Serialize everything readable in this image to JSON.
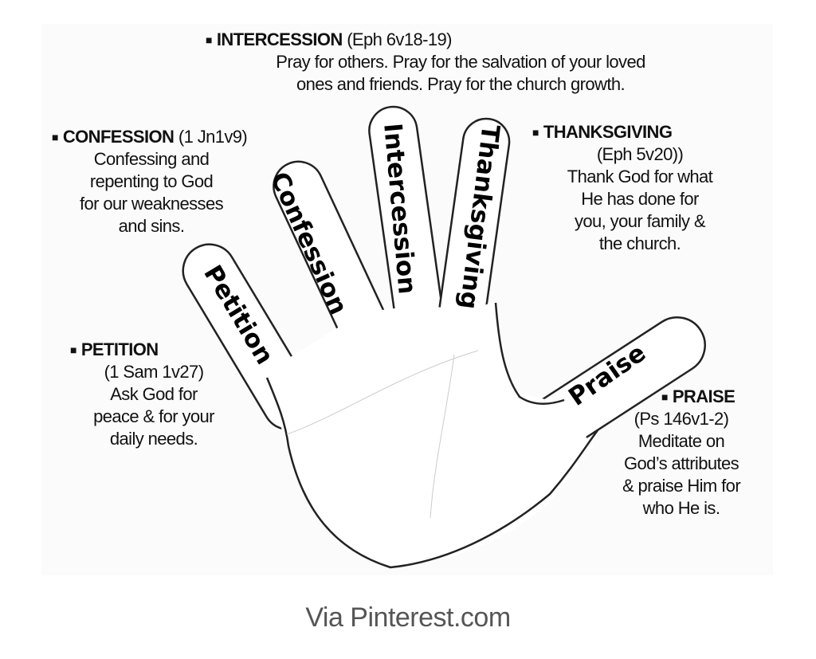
{
  "fingers": {
    "petition": "Petition",
    "confession": "Confession",
    "intercession": "Intercession",
    "thanksgiving": "Thanksgiving",
    "praise": "Praise"
  },
  "annotations": {
    "intercession": {
      "title": "INTERCESSION",
      "ref": "(Eph 6v18-19)",
      "lines": [
        "Pray for others. Pray for the salvation of your loved",
        "ones and friends. Pray for the church growth."
      ]
    },
    "confession": {
      "title": "CONFESSION",
      "ref": "(1 Jn1v9)",
      "lines": [
        "Confessing and",
        "repenting to God",
        "for our weaknesses",
        "and sins."
      ]
    },
    "thanksgiving": {
      "title": "THANKSGIVING",
      "ref": "(Eph 5v20))",
      "lines": [
        "Thank God for what",
        "He has done for",
        "you, your family &",
        "the church."
      ]
    },
    "petition": {
      "title": "PETITION",
      "ref": "(1 Sam 1v27)",
      "lines": [
        "Ask God for",
        "peace & for your",
        "daily needs."
      ]
    },
    "praise": {
      "title": "PRAISE",
      "ref": "(Ps 146v1-2)",
      "lines": [
        "Meditate on",
        "God’s attributes",
        "& praise Him for",
        "who He is."
      ]
    }
  },
  "bullet": "■",
  "caption": "Via Pinterest.com"
}
